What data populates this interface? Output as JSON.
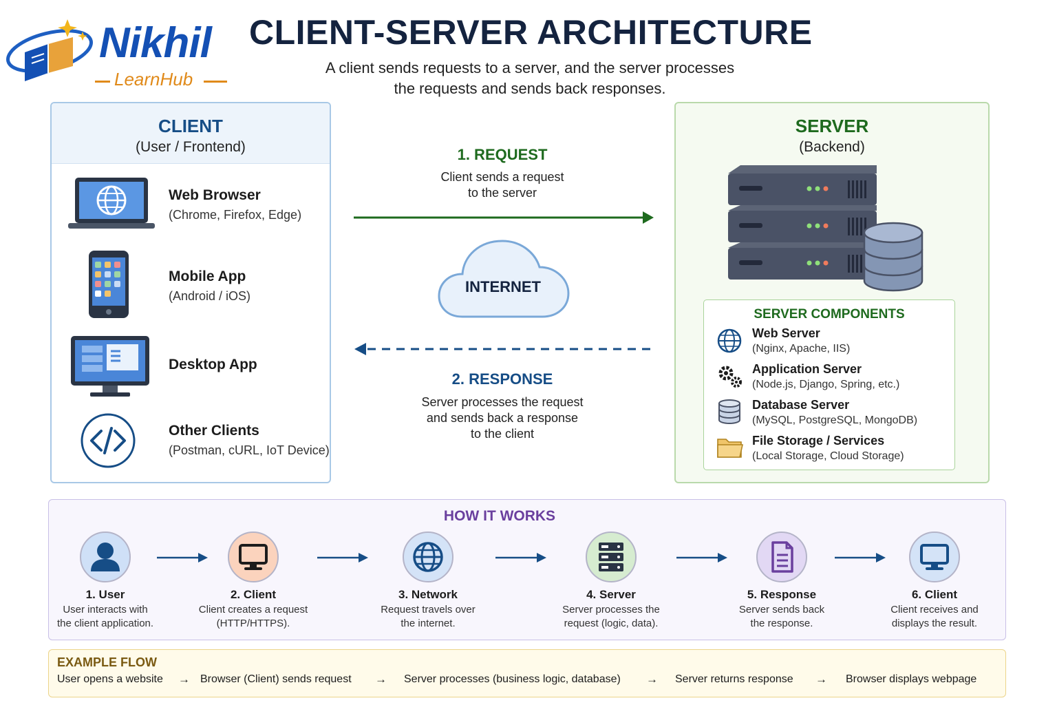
{
  "logo": {
    "word": "Nikhil",
    "sub": "LearnHub"
  },
  "header": {
    "title": "CLIENT-SERVER ARCHITECTURE",
    "subtitle_line1": "A client sends requests to a server, and the server processes",
    "subtitle_line2": "the requests and sends back responses."
  },
  "client": {
    "title": "CLIENT",
    "subtitle": "(User / Frontend)",
    "items": [
      {
        "name": "Web Browser",
        "detail": "(Chrome, Firefox, Edge)",
        "icon": "laptop-globe-icon"
      },
      {
        "name": "Mobile App",
        "detail": "(Android / iOS)",
        "icon": "smartphone-icon"
      },
      {
        "name": "Desktop App",
        "detail": "",
        "icon": "desktop-monitor-icon"
      },
      {
        "name": "Other Clients",
        "detail": "(Postman, cURL, IoT Device)",
        "icon": "code-icon"
      }
    ]
  },
  "request": {
    "title": "1. REQUEST",
    "line1": "Client sends a request",
    "line2": "to the server"
  },
  "internet": {
    "label": "INTERNET"
  },
  "response": {
    "title": "2. RESPONSE",
    "line1": "Server processes the request",
    "line2": "and sends back a response",
    "line3": "to the client"
  },
  "server": {
    "title": "SERVER",
    "subtitle": "(Backend)",
    "components_title": "SERVER COMPONENTS",
    "components": [
      {
        "name": "Web Server",
        "detail": "(Nginx, Apache, IIS)",
        "icon": "globe-icon"
      },
      {
        "name": "Application Server",
        "detail": "(Node.js, Django, Spring, etc.)",
        "icon": "gears-icon"
      },
      {
        "name": "Database Server",
        "detail": "(MySQL, PostgreSQL, MongoDB)",
        "icon": "database-icon"
      },
      {
        "name": "File Storage / Services",
        "detail": "(Local Storage, Cloud Storage)",
        "icon": "folder-icon"
      }
    ]
  },
  "how": {
    "title": "HOW IT WORKS",
    "steps": [
      {
        "title": "1. User",
        "line1": "User interacts with",
        "line2": "the client application.",
        "color": "#cfe0f7",
        "icon": "user-icon"
      },
      {
        "title": "2. Client",
        "line1": "Client creates a request",
        "line2": "(HTTP/HTTPS).",
        "color": "#fbd3bd",
        "icon": "monitor-icon"
      },
      {
        "title": "3. Network",
        "line1": "Request travels over",
        "line2": "the internet.",
        "color": "#d4e3f7",
        "icon": "globe-icon"
      },
      {
        "title": "4. Server",
        "line1": "Server processes the",
        "line2": "request (logic, data).",
        "color": "#d6ecd0",
        "icon": "server-icon"
      },
      {
        "title": "5. Response",
        "line1": "Server sends back",
        "line2": "the response.",
        "color": "#e2d8f4",
        "icon": "document-icon"
      },
      {
        "title": "6. Client",
        "line1": "Client receives and",
        "line2": "displays the result.",
        "color": "#d4e3f7",
        "icon": "monitor-icon"
      }
    ]
  },
  "example": {
    "title": "EXAMPLE FLOW",
    "steps": [
      "User opens a website",
      "Browser (Client) sends request",
      "Server processes (business logic, database)",
      "Server returns response",
      "Browser displays webpage"
    ],
    "arrow": "→"
  }
}
